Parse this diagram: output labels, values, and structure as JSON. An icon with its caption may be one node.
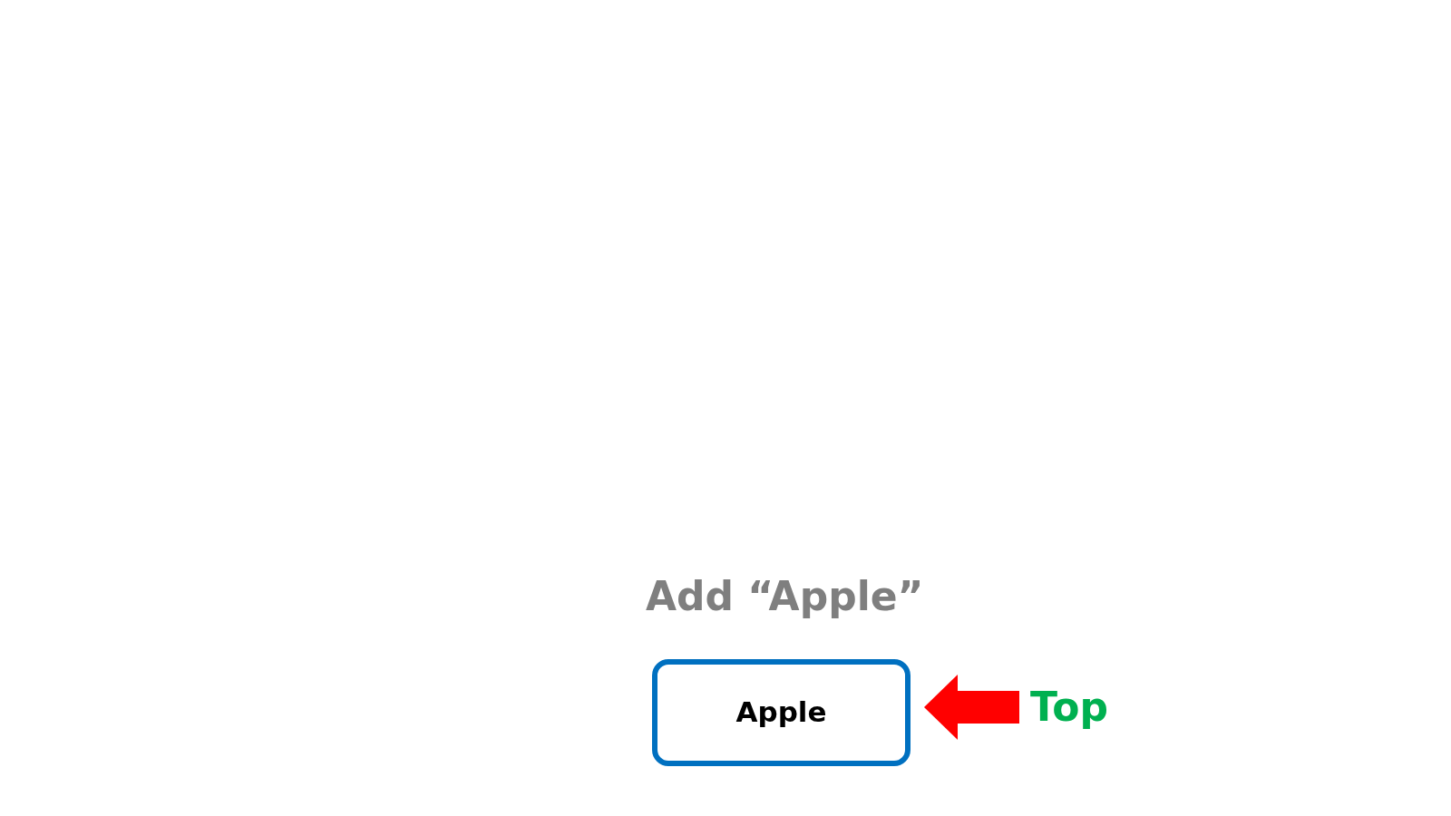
{
  "diagram": {
    "title": "Add “Apple”",
    "nodes": [
      {
        "text": [
          "Apple"
        ]
      },
      {
        "text": [
          "Top"
        ]
      }
    ],
    "edges": [
      {
        "from": 1,
        "to": 0,
        "arrow": "to",
        "color": "#ff0000"
      }
    ]
  }
}
